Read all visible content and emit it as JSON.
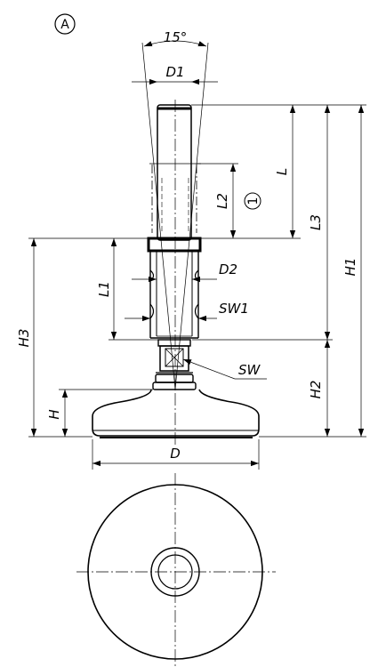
{
  "view_marker": "A",
  "item_marker": "1",
  "dimensions": {
    "angle": "15°",
    "D1": "D1",
    "L": "L",
    "L2": "L2",
    "L3": "L3",
    "H1": "H1",
    "L1": "L1",
    "D2": "D2",
    "SW1": "SW1",
    "SW": "SW",
    "H3": "H3",
    "H2": "H2",
    "H": "H",
    "D": "D"
  }
}
